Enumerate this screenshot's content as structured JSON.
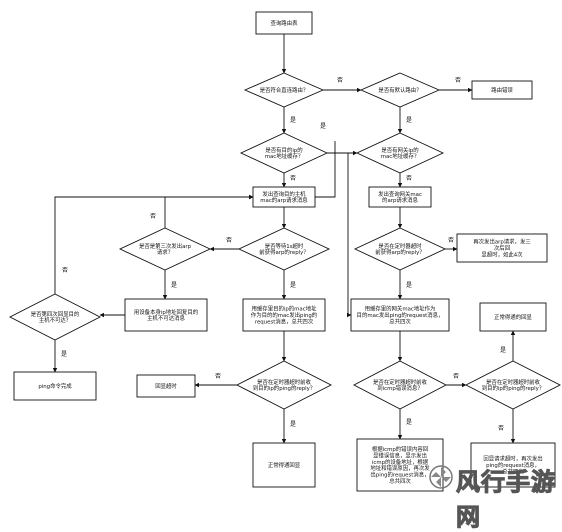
{
  "diagram": {
    "nodes": {
      "query_table": "查询路由表",
      "direct_route_q": "是否符合直连路由？",
      "default_route_q": "是否有默认路由？",
      "route_error": "路由错误",
      "dst_mac_cached_q": "是否有目的ip的\nmac地址缓存？",
      "gw_mac_cached_q": "是否有网关ip的\nmac地址缓存？",
      "send_arp_host": "发出查询目的主机\nmac的arp请求消息",
      "send_arp_gw": "发出查询网关mac\n的arp请求消息",
      "wait_arp_1s_q": "是否等待1s超时\n前获得arp的reply？",
      "third_arp_q": "是否是第三次发出arp\n请求？",
      "set_unreachable": "用设备本身ip地址回复目的\n主机不可达消息",
      "fourth_reply_q": "是否第四次回显目的\n主机不可达？",
      "ping_done": "ping命令完成",
      "send_ping_dst": "用缓存里目的ip的mac地址\n作为目的的mac发出ping的\nrequest消息，总共四次",
      "send_ping_gw": "用缓存里的网关mac地址作为\n目的mac发出ping的request消息，\n总共四次",
      "timer_arp_gw_q": "是否在定时器超时\n前获得arp的reply？",
      "timer_arp_gw_note": "再次发出arp请求，发三\n次后回\n显超时，如此4次",
      "reply_from_dst_q": "是否在定时器超时前收\n到目的ip的ping的reply？",
      "timeout_reply": "回显超时",
      "normal_reply_1": "正常得通回显",
      "icmp_error_q": "是否在定时器超时前收\n到icmp错误消息？",
      "reply_from_dst_q2": "是否在定时器超时前收\n到目的ip的ping的reply？",
      "normal_reply_2": "正常得通的回显",
      "icmp_display": "根据icmp的错误内容回\n显错误信息，显示发出\nicmp的设备地址，根据\n地址和错误原因，再次发\n出ping的request消息，\n总共四次",
      "timeout_resend": "回显请求超时，再次发出\nping的request消息，\n总共四次"
    },
    "edge_labels": {
      "yes": "是",
      "no": "否"
    }
  },
  "watermark": {
    "text": "风行手游网"
  }
}
